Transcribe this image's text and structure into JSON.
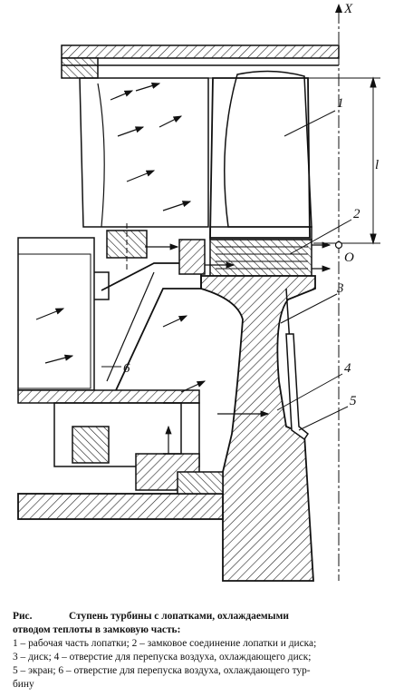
{
  "figure": {
    "labels": {
      "n1": "1",
      "n2": "2",
      "n3": "3",
      "n4": "4",
      "n5": "5",
      "n6": "6",
      "axis_x": "X",
      "dim_l": "l",
      "point_o": "O"
    }
  },
  "caption": {
    "fig": "Рис.",
    "title_line1": "Ступень турбины с лопатками, охлаждаемыми",
    "title_line2": "отводом теплоты в замковую часть:",
    "items_line1": "1 – рабочая часть лопатки; 2 – замковое соединение лопатки и диска;",
    "items_line2": "3 – диск; 4 – отверстие для перепуска воздуха, охлаждающего диск;",
    "items_line3": "5 – экран; 6 – отверстие для перепуска воздуха, охлаждающего тур-",
    "items_line4": "бину"
  }
}
